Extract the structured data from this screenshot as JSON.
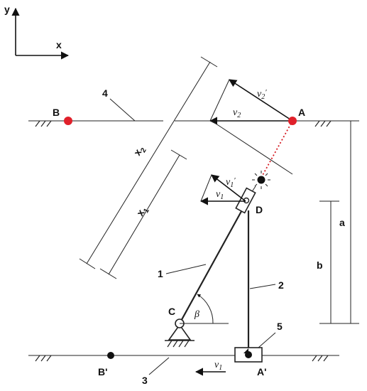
{
  "axes": {
    "x_label": "x",
    "y_label": "y"
  },
  "points": {
    "A": "A",
    "B": "B",
    "C": "C",
    "D": "D",
    "A_prime": "A'",
    "B_prime": "B'"
  },
  "members": {
    "m1": "1",
    "m2": "2",
    "m3": "3",
    "m4": "4",
    "m5": "5"
  },
  "dimensions": {
    "a": "a",
    "b": "b",
    "x1": "x",
    "x1_sub": "1",
    "x2": "x",
    "x2_sub": "2"
  },
  "angle": {
    "beta": "β"
  },
  "velocities": {
    "v2": "v",
    "v2_sub": "2",
    "v2p": "v",
    "v2p_sub": "2",
    "v2p_prime": "′",
    "v1": "v",
    "v1_sub": "1",
    "v1p": "v",
    "v1p_sub": "1",
    "v1p_prime": "′",
    "v1_bottom": "v",
    "v1_bottom_sub": "1"
  },
  "colors": {
    "marker_red": "#e0202a",
    "ink": "#111111",
    "dotted_red": "#d41a22"
  }
}
